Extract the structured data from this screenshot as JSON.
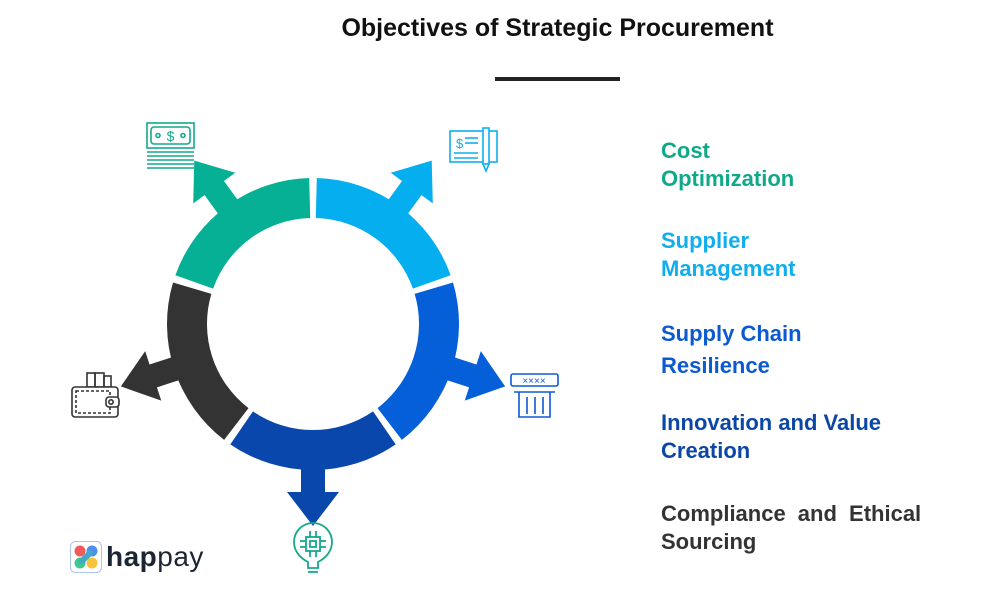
{
  "title": "Objectives of Strategic Procurement",
  "objectives": [
    {
      "line1": "Cost",
      "line2": "Optimization",
      "color": "#0fa98a",
      "segment_color": "#05b094",
      "icon": "cash-stack-icon"
    },
    {
      "line1": "Supplier",
      "line2": "Management",
      "color": "#10aeee",
      "segment_color": "#04aeef",
      "icon": "check-pen-icon"
    },
    {
      "line1": "Supply Chain",
      "line2": "Resilience",
      "color": "#0c5ad2",
      "segment_color": "#055fd9",
      "icon": "card-atm-icon"
    },
    {
      "line1": "Innovation and Value",
      "line2": "Creation",
      "color": "#0c47a6",
      "segment_color": "#0a47ad",
      "icon": "chip-bulb-icon"
    },
    {
      "line1": "Compliance and Ethical",
      "line2": "Sourcing",
      "color": "#333333",
      "segment_color": "#333333",
      "icon": "wallet-icon"
    }
  ],
  "logo": {
    "brand": "happay",
    "bold": "hap",
    "light": "pay"
  }
}
